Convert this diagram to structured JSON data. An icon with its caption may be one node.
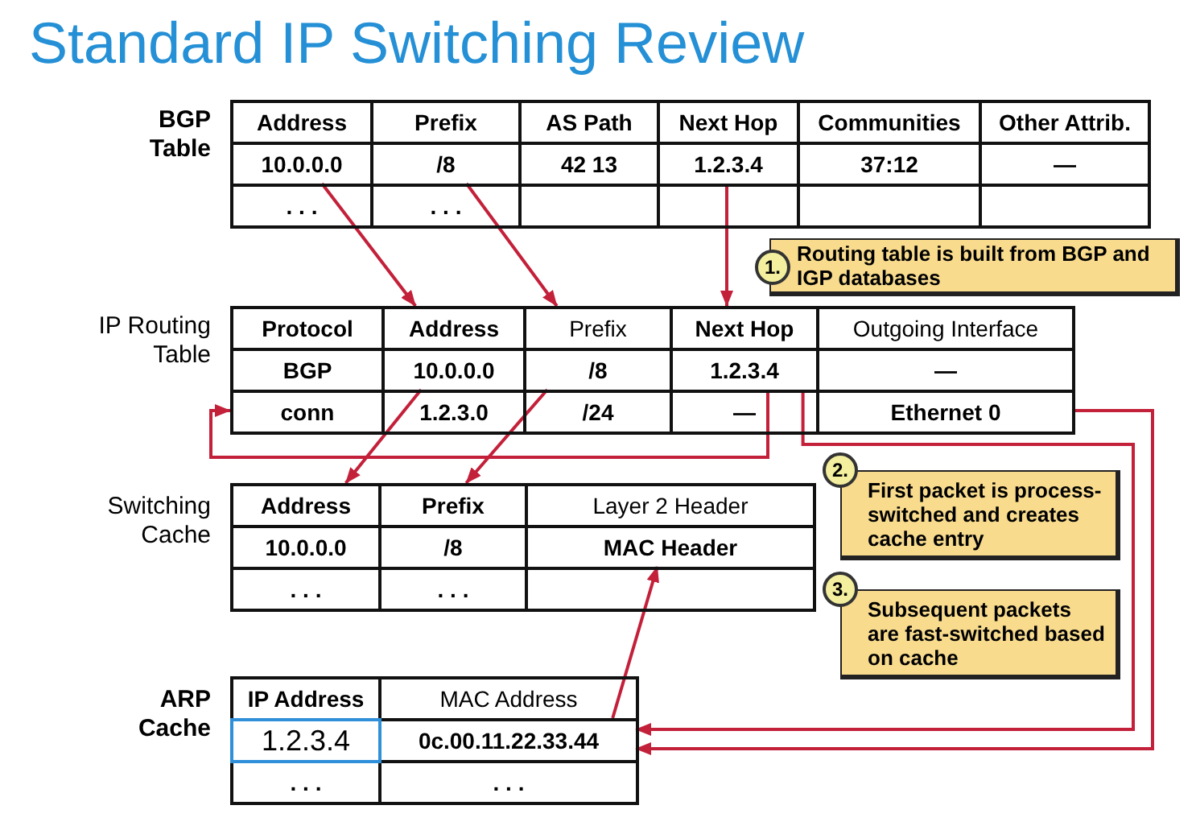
{
  "diagram": {
    "title": "Standard IP Switching Review",
    "nodes": [
      {
        "text": [
          "BGP Table"
        ]
      },
      {
        "text": [
          "10.0.0.0"
        ],
        "in": 0
      },
      {
        "text": [
          "/8"
        ],
        "in": 0
      },
      {
        "text": [
          "1.2.3.4"
        ],
        "in": 0
      },
      {
        "text": [
          "1.",
          "Routing table is built from BGP and IGP databases"
        ]
      },
      {
        "text": [
          "IP Routing Table"
        ]
      },
      {
        "text": [
          "Address"
        ],
        "in": 5
      },
      {
        "text": [
          "Prefix"
        ],
        "in": 5
      },
      {
        "text": [
          "Next Hop"
        ],
        "in": 5
      },
      {
        "text": [
          "10.0.0.0"
        ],
        "in": 5
      },
      {
        "text": [
          "/8"
        ],
        "in": 5
      },
      {
        "text": [
          "1.2.3.4"
        ],
        "in": 5
      },
      {
        "text": [
          "conn"
        ],
        "in": 5
      },
      {
        "text": [
          "Ethernet 0"
        ],
        "in": 5
      },
      {
        "text": [
          "2.",
          "First packet is process-switched and creates cache entry"
        ]
      },
      {
        "text": [
          "Switching Cache"
        ]
      },
      {
        "text": [
          "Address"
        ],
        "in": 15
      },
      {
        "text": [
          "Prefix"
        ],
        "in": 15
      },
      {
        "text": [
          "MAC Header"
        ],
        "in": 15
      },
      {
        "text": [
          "3.",
          "Subsequent packets are fast-switched based on cache"
        ]
      },
      {
        "text": [
          "ARP Cache"
        ]
      },
      {
        "text": [
          "0c.00.11.22.33.44"
        ],
        "in": 20
      }
    ],
    "edges": [
      {
        "from": 1,
        "to": 6,
        "arrow": "to"
      },
      {
        "from": 2,
        "to": 7,
        "arrow": "to"
      },
      {
        "from": 3,
        "to": 8,
        "arrow": "to"
      },
      {
        "from": 11,
        "to": 12,
        "arrow": "to"
      },
      {
        "from": 9,
        "to": 16,
        "arrow": "to"
      },
      {
        "from": 10,
        "to": 17,
        "arrow": "to"
      },
      {
        "from": 11,
        "to": 21,
        "arrow": "to"
      },
      {
        "from": 13,
        "to": 21,
        "arrow": "to"
      },
      {
        "from": 21,
        "to": 18,
        "arrow": "to"
      }
    ],
    "labels": [
      "Address",
      "Prefix",
      "AS Path",
      "Next Hop",
      "Communities",
      "Other Attrib.",
      "42 13",
      "37:12",
      "—",
      ". . .",
      ". . .",
      "Protocol",
      "Outgoing Interface",
      "BGP",
      "—",
      "1.2.3.0",
      "/24",
      "—",
      "Layer 2 Header",
      "10.0.0.0",
      "/8",
      ". . .",
      ". . .",
      "IP Address",
      "MAC Address",
      "1.2.3.4",
      ". . .",
      ". . ."
    ]
  }
}
